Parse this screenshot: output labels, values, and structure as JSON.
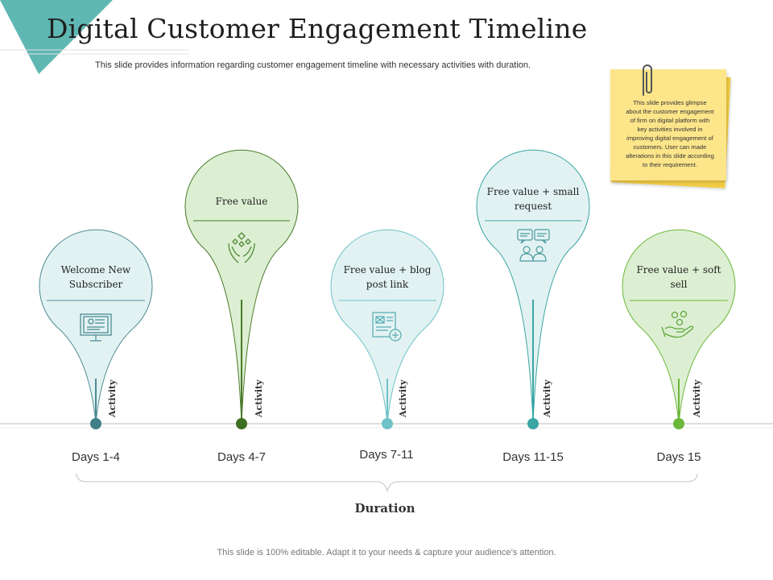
{
  "slide": {
    "title": "Digital Customer Engagement Timeline",
    "subtitle": "This slide provides information regarding customer engagement timeline with necessary activities with duration.",
    "footer": "This slide is 100% editable. Adapt it to your needs & capture your audience’s attention."
  },
  "sticky_note": {
    "text": "This slide provides glimpse about the customer engagement of firm on digital platform with key activities involved in improving digital engagement of customers. User can made alterations in this slide according to their requirement."
  },
  "timeline": {
    "activity_label": "Activity",
    "duration_label": "Duration",
    "stages": [
      {
        "label": "Welcome New Subscriber",
        "days": "Days 1-4",
        "icon": "monitor-document-icon",
        "color": "#4f8a92"
      },
      {
        "label": "Free value",
        "days": "Days 4-7",
        "icon": "hands-sparkle-icon",
        "color": "#4a7a2a"
      },
      {
        "label": "Free value + blog post link",
        "days": "Days 7-11",
        "icon": "newsletter-plus-icon",
        "color": "#6fc2c8"
      },
      {
        "label": "Free value + small request",
        "days": "Days 11-15",
        "icon": "chat-people-icon",
        "color": "#3aa6a4"
      },
      {
        "label": "Free value + soft sell",
        "days": "Days 15",
        "icon": "hand-coins-icon",
        "color": "#6cb83a"
      }
    ]
  },
  "colors": {
    "teal_accent": "#5fb7b3",
    "bubble_green_fill": "#dcefd2",
    "bubble_teal_fill": "#e2f2f2"
  }
}
